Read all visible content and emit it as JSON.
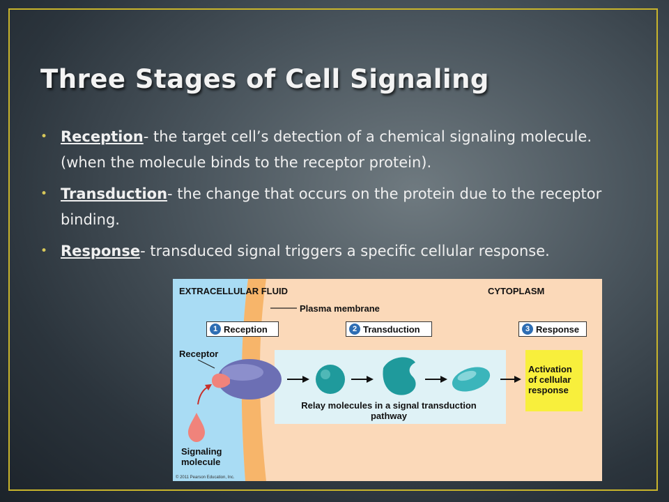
{
  "slide": {
    "title": "Three Stages of Cell Signaling",
    "bullets": [
      {
        "term": "Reception",
        "text": "- the target cell’s detection of a chemical signaling molecule.  (when the molecule binds to the receptor protein)."
      },
      {
        "term": "Transduction",
        "text": "- the change that occurs on the protein due to the receptor binding."
      },
      {
        "term": "Response",
        "text": "- transduced signal triggers a specific cellular response."
      }
    ]
  },
  "diagram": {
    "extracellular_label": "EXTRACELLULAR FLUID",
    "cytoplasm_label": "CYTOPLASM",
    "membrane_label": "Plasma membrane",
    "stages": [
      {
        "num": "1",
        "label": "Reception"
      },
      {
        "num": "2",
        "label": "Transduction"
      },
      {
        "num": "3",
        "label": "Response"
      }
    ],
    "receptor_label": "Receptor",
    "signaling_label": "Signaling molecule",
    "relay_label": "Relay molecules in a signal transduction pathway",
    "activation_label": "Activation of cellular response",
    "copyright": "© 2011 Pearson Education, Inc.",
    "colors": {
      "extracellular": "#a9dcf4",
      "membrane": "#f7b56a",
      "cytoplasm": "#fbd9b9",
      "relay_panel": "#dff2f6",
      "relay": "#1f9a9c",
      "receptor": "#6c6fb4",
      "signal": "#f0837b",
      "activation": "#f8ef3c"
    }
  }
}
